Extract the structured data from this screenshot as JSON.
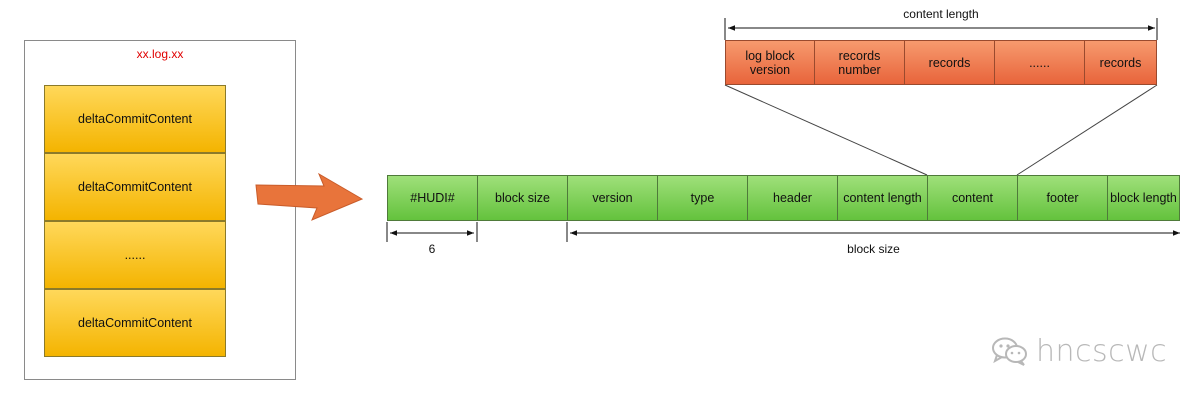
{
  "file": {
    "title": "xx.log.xx",
    "blocks": [
      "deltaCommitContent",
      "deltaCommitContent",
      "......",
      "deltaCommitContent"
    ]
  },
  "block_fields": [
    "#HUDI#",
    "block size",
    "version",
    "type",
    "header",
    "content length",
    "content",
    "footer",
    "block length"
  ],
  "content_fields": [
    "log block version",
    "records number",
    "records",
    "......",
    "records"
  ],
  "labels": {
    "content_length": "content length",
    "magic_size": "6",
    "block_size": "block size"
  },
  "watermark": "hncscwc",
  "colors": {
    "file_title": "#e00000",
    "yellow_block": "#f4b400",
    "green_field": "#64c23d",
    "orange_field": "#e8643b",
    "arrow": "#e8743b"
  }
}
